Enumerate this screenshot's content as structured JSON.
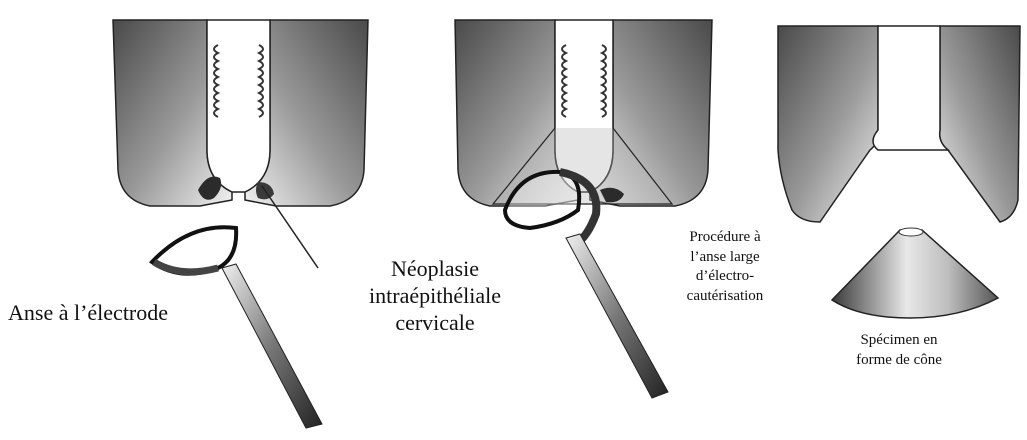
{
  "figure": {
    "labels": {
      "electrode_loop": "Anse à l’électrode",
      "neoplasia": [
        "Néoplasie",
        "intraépithéliale",
        "cervicale"
      ],
      "leep_procedure": [
        "Procédure à",
        "l’anse large",
        "d’électro-",
        "cautérisation"
      ],
      "cone_specimen": [
        "Spécimen en",
        "forme de cône"
      ]
    },
    "colors": {
      "tissue_dark": "#4a4a4a",
      "tissue_light": "#f2f2f2",
      "lesion": "#2b2b2b",
      "outline": "#222222",
      "handle": "#333333"
    }
  }
}
